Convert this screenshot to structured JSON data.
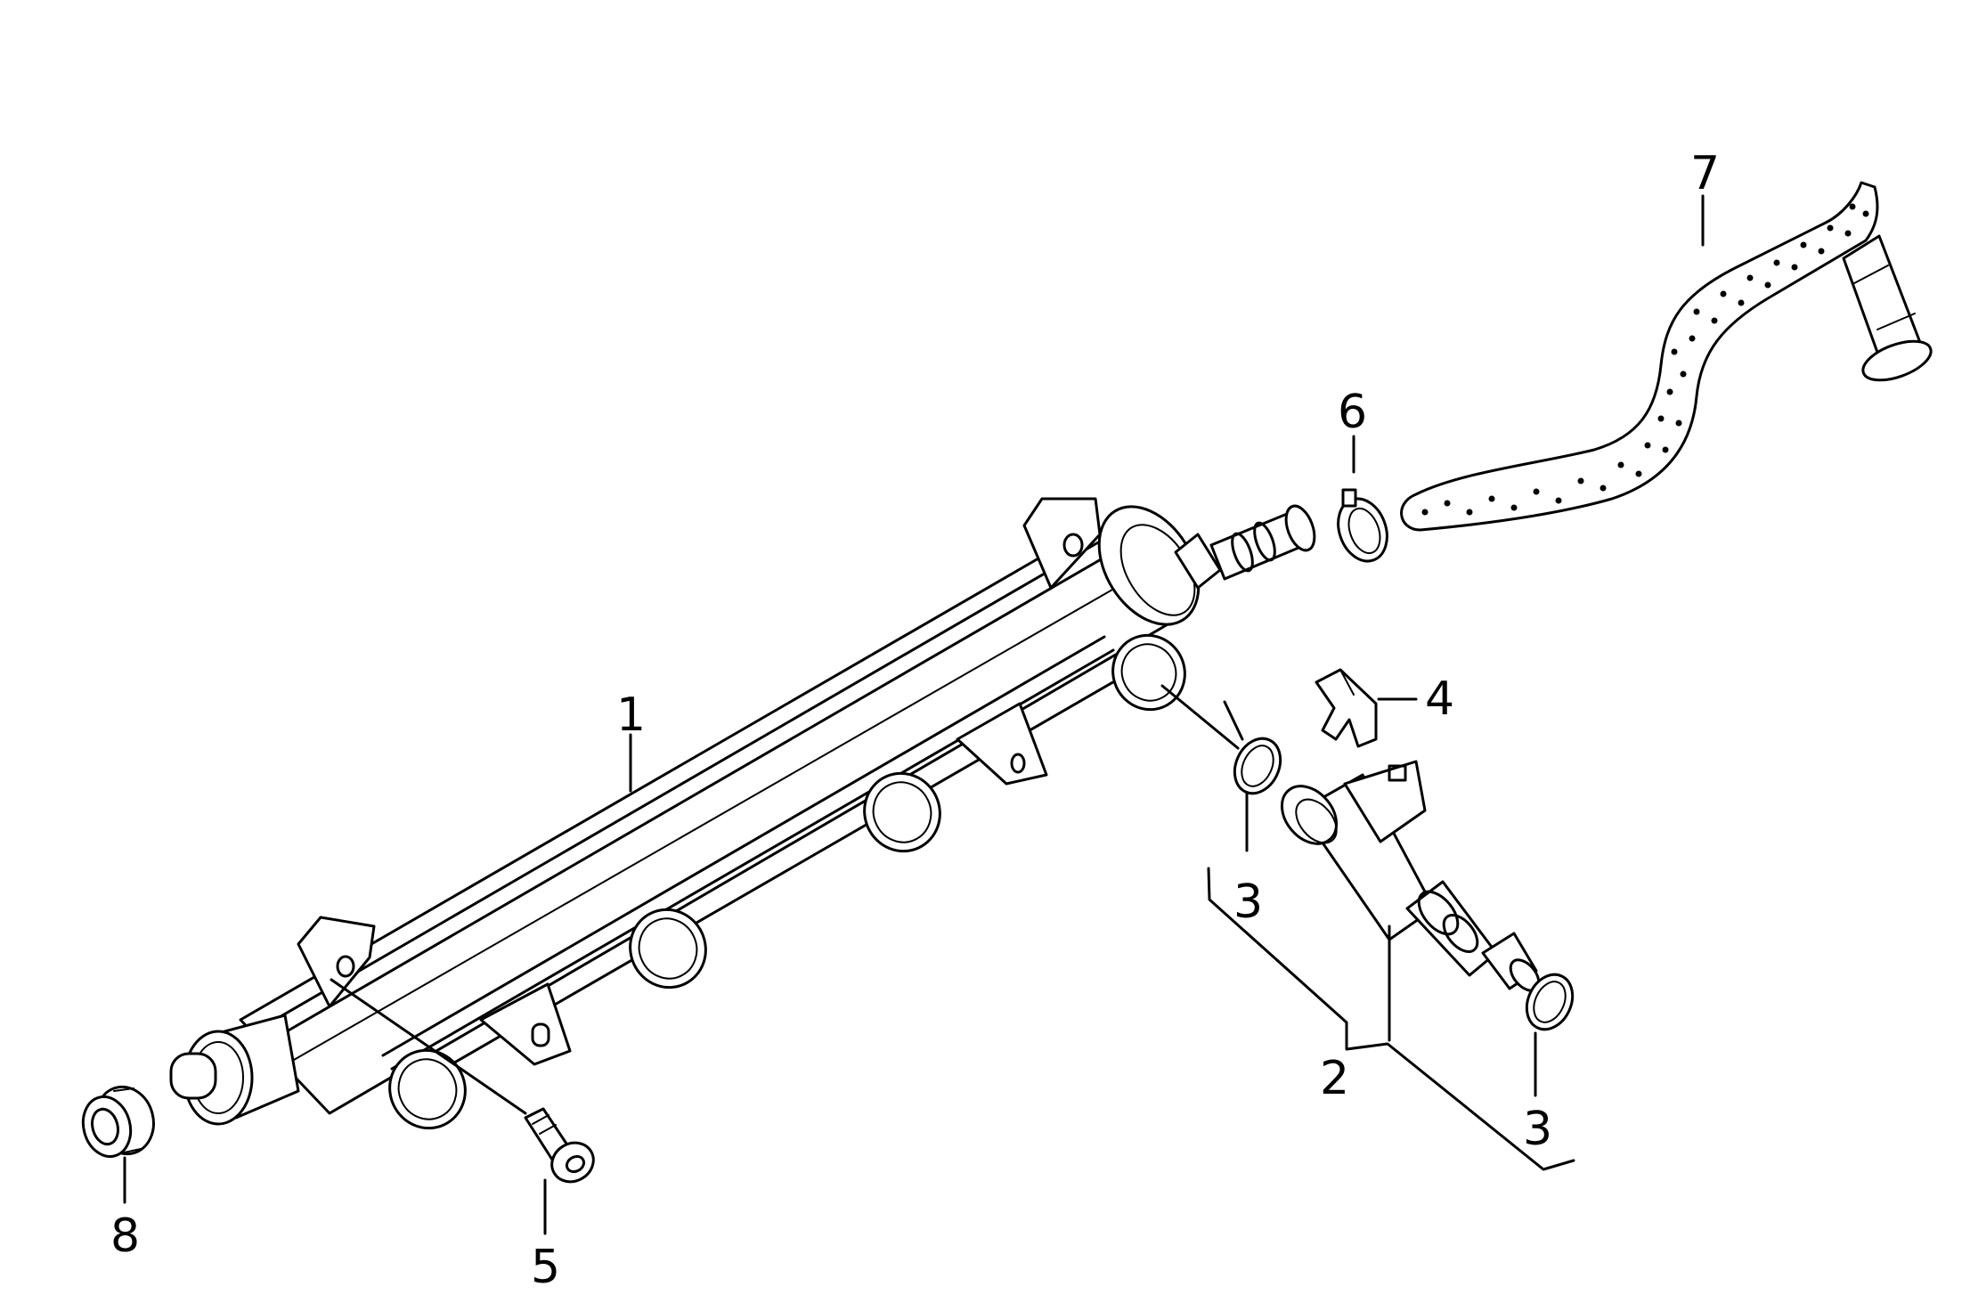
{
  "callouts": [
    {
      "id": "1",
      "label": "1"
    },
    {
      "id": "2",
      "label": "2"
    },
    {
      "id": "3a",
      "label": "3"
    },
    {
      "id": "3b",
      "label": "3"
    },
    {
      "id": "4",
      "label": "4"
    },
    {
      "id": "5",
      "label": "5"
    },
    {
      "id": "6",
      "label": "6"
    },
    {
      "id": "7",
      "label": "7"
    },
    {
      "id": "8",
      "label": "8"
    }
  ],
  "colors": {
    "line": "#000000",
    "background": "#ffffff"
  }
}
